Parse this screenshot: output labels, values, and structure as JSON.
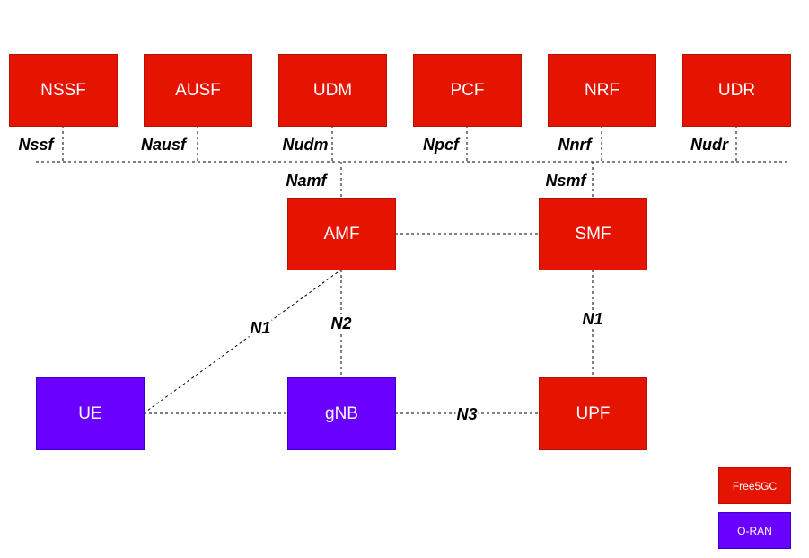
{
  "colors": {
    "core": "#e51400",
    "ran": "#6a00ff",
    "text": "#ffffff"
  },
  "nodes": {
    "nssf": "NSSF",
    "ausf": "AUSF",
    "udm": "UDM",
    "pcf": "PCF",
    "nrf": "NRF",
    "udr": "UDR",
    "amf": "AMF",
    "smf": "SMF",
    "ue": "UE",
    "gnb": "gNB",
    "upf": "UPF"
  },
  "interfaces": {
    "nssf": "Nssf",
    "nausf": "Nausf",
    "nudm": "Nudm",
    "npcf": "Npcf",
    "nnrf": "Nnrf",
    "nudr": "Nudr",
    "namf": "Namf",
    "nsmf": "Nsmf",
    "n1_ue_amf": "N1",
    "n2": "N2",
    "n1_smf_upf": "N1",
    "n3": "N3"
  },
  "legend": {
    "core": "Free5GC",
    "ran": "O-RAN"
  }
}
